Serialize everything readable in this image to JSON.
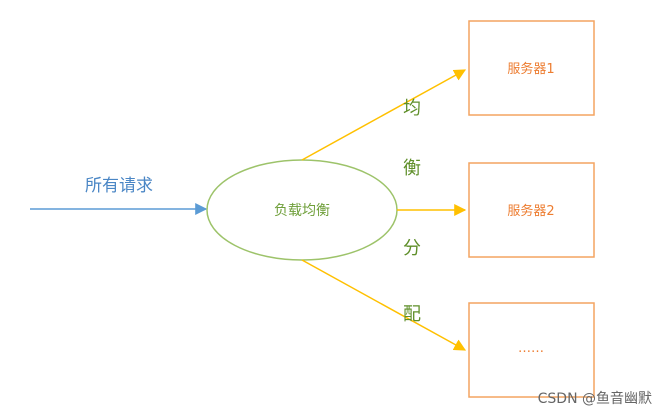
{
  "input_label": "所有请求",
  "balancer_label": "负载均衡",
  "servers": [
    "服务器1",
    "服务器2",
    "……"
  ],
  "distribution_chars": [
    "均",
    "衡",
    "分",
    "配"
  ],
  "watermark": "CSDN @鱼音幽默",
  "colors": {
    "input_arrow": "#5b9bd5",
    "input_text": "#4a86c5",
    "balancer_stroke": "#9dc36a",
    "balancer_text": "#6f9f3a",
    "distribution_arrow": "#ffc000",
    "distribution_text": "#5f8f2a",
    "server_stroke": "#f4a460",
    "server_text": "#ed7d31",
    "watermark": "#666666"
  }
}
